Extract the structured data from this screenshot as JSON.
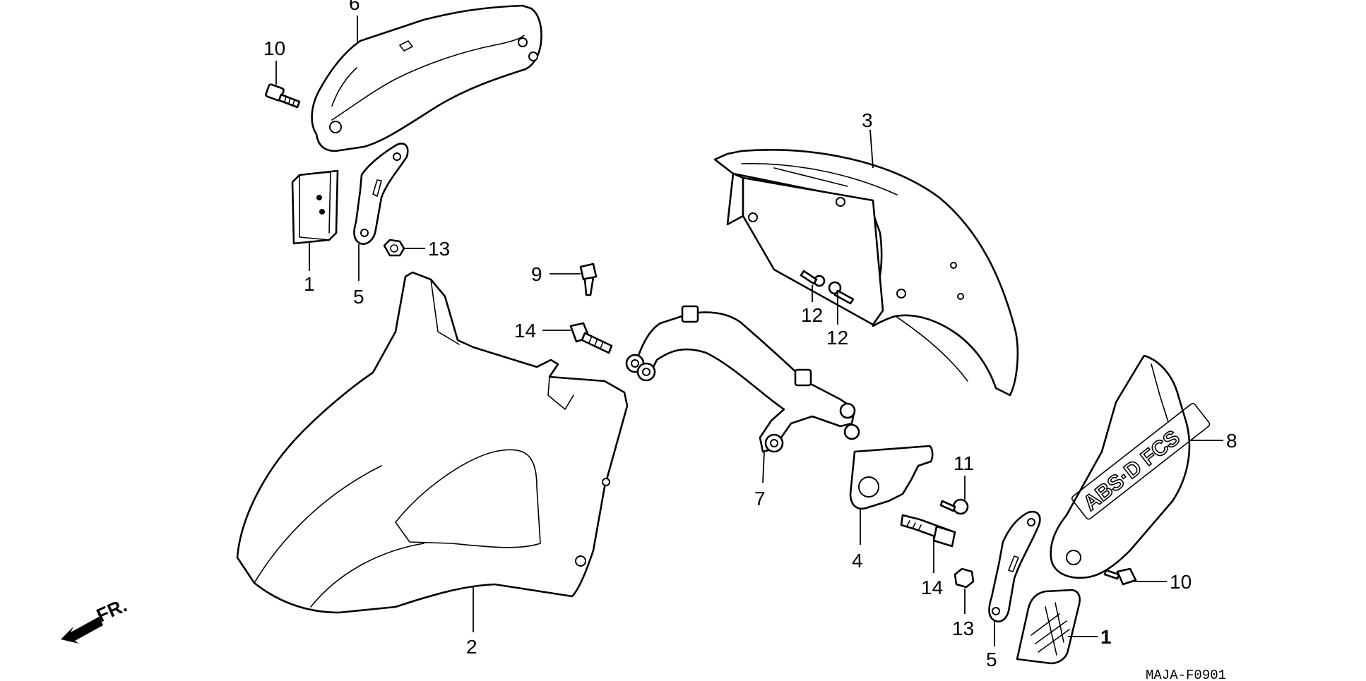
{
  "diagram": {
    "code": "MAJA-F0901",
    "direction": "FR.",
    "decal_text": "ABS·D FCS",
    "callouts": [
      {
        "id": "c6",
        "label": "6"
      },
      {
        "id": "c10a",
        "label": "10"
      },
      {
        "id": "c3",
        "label": "3"
      },
      {
        "id": "c13a",
        "label": "13"
      },
      {
        "id": "c1a",
        "label": "1"
      },
      {
        "id": "c5a",
        "label": "5"
      },
      {
        "id": "c9",
        "label": "9"
      },
      {
        "id": "c12a",
        "label": "12"
      },
      {
        "id": "c12b",
        "label": "12"
      },
      {
        "id": "c14a",
        "label": "14"
      },
      {
        "id": "c8",
        "label": "8"
      },
      {
        "id": "c11",
        "label": "11"
      },
      {
        "id": "c7",
        "label": "7"
      },
      {
        "id": "c4",
        "label": "4"
      },
      {
        "id": "c14b",
        "label": "14"
      },
      {
        "id": "c10b",
        "label": "10"
      },
      {
        "id": "c13b",
        "label": "13"
      },
      {
        "id": "c1b",
        "label": "1"
      },
      {
        "id": "c2",
        "label": "2"
      },
      {
        "id": "c5b",
        "label": "5"
      }
    ]
  }
}
